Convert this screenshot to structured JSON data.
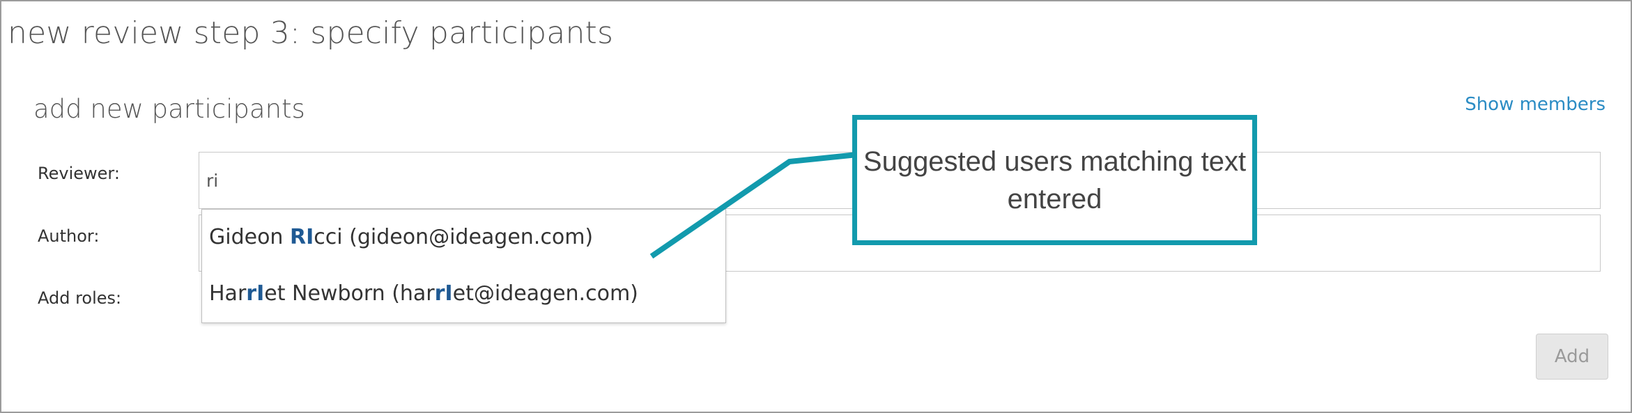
{
  "page": {
    "title": "new review step 3: specify participants"
  },
  "section": {
    "title": "add new participants",
    "show_members_link": "Show members"
  },
  "form": {
    "reviewer_label": "Reviewer:",
    "reviewer_value": "ri",
    "author_label": "Author:",
    "author_value": "",
    "roles_label": "Add roles:",
    "add_button": "Add"
  },
  "suggestions": [
    {
      "before": "Gideon ",
      "match": "RI",
      "after": "cci (gideon@ideagen.com)"
    },
    {
      "before": "Har",
      "match": "rI",
      "after": "et Newborn (har",
      "match2": "rI",
      "after2": "et@ideagen.com)"
    }
  ],
  "callout": {
    "text": "Suggested users matching text entered"
  },
  "colors": {
    "accent": "#129aad",
    "link": "#2b8cc4",
    "match_highlight": "#1f5a94"
  }
}
